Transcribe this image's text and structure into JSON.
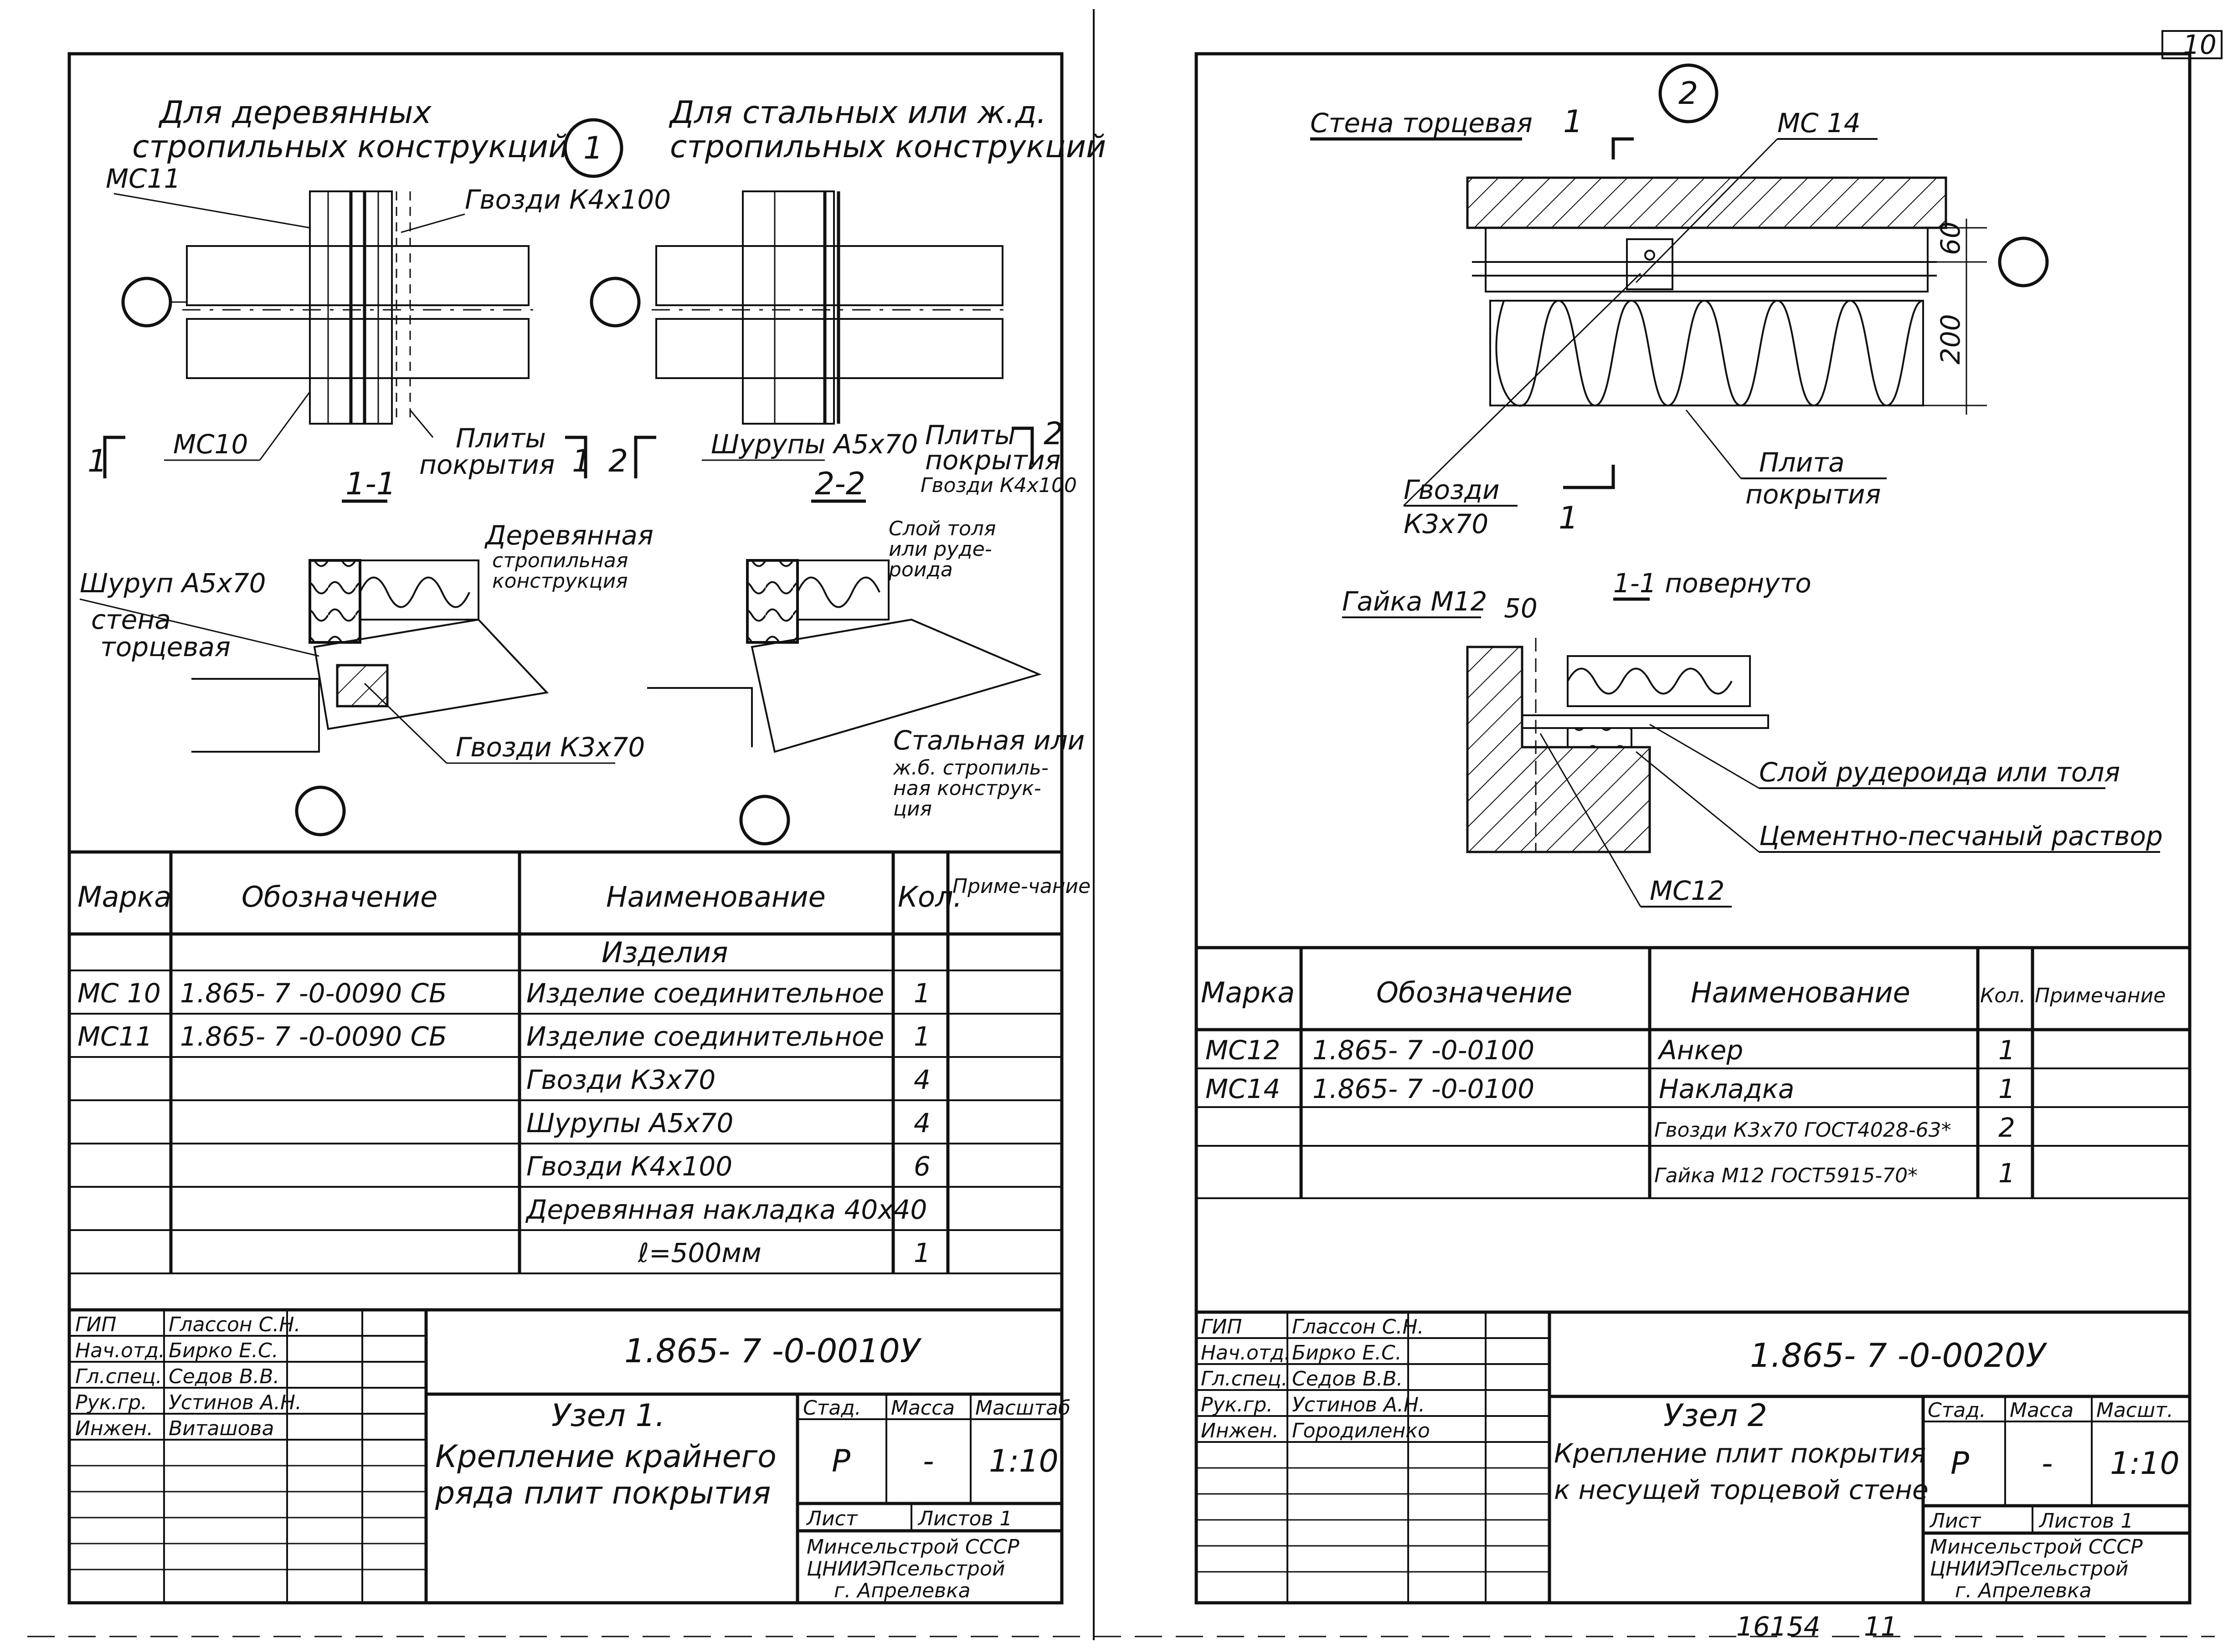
{
  "page_number": "10",
  "bottom_codes": [
    "16154",
    "11"
  ],
  "left_sheet": {
    "node_marker": "1",
    "heading_wood": [
      "Для деревянных",
      "стропильных конструкций"
    ],
    "heading_steel": [
      "Для стальных или ж.д.",
      "стропильных конструкций"
    ],
    "section_1_1": "1-1",
    "section_2_2": "2-2",
    "section_marks": [
      "1",
      "1",
      "2",
      "2"
    ],
    "labels": {
      "mc11": "МС11",
      "nails_k4": "Гвозди К4х100",
      "mc10": "МС10",
      "plates": [
        "Плиты",
        "покрытия"
      ],
      "screws": "Шурупы А5х70",
      "plates2": [
        "Плиты",
        "покрытия"
      ],
      "nails_k4_2": "Гвозди К4х100",
      "wood_struct": [
        "Деревянная",
        "стропильная",
        "конструкция"
      ],
      "screw_single": "Шуруп А5х70",
      "wall_end": [
        "стена",
        "торцевая"
      ],
      "roof_layer": [
        "Слой толя",
        "или руде-",
        "роида"
      ],
      "nails_k3": "Гвозди К3х70",
      "steel_struct": [
        "Стальная или",
        "ж.б. стропиль-",
        "ная конструк-",
        "ция"
      ]
    },
    "spec": {
      "headers": [
        "Марка",
        "Обозначение",
        "Наименование",
        "Кол.",
        "Приме-чание"
      ],
      "group": "Изделия",
      "rows": [
        {
          "mark": "МС 10",
          "code": "1.865- 7 -0-0090 СБ",
          "name": "Изделие соединительное",
          "qty": "1"
        },
        {
          "mark": "МС11",
          "code": "1.865- 7 -0-0090 СБ",
          "name": "Изделие соединительное",
          "qty": "1"
        },
        {
          "mark": "",
          "code": "",
          "name": "Гвозди К3х70",
          "qty": "4"
        },
        {
          "mark": "",
          "code": "",
          "name": "Шурупы А5х70",
          "qty": "4"
        },
        {
          "mark": "",
          "code": "",
          "name": "Гвозди К4х100",
          "qty": "6"
        },
        {
          "mark": "",
          "code": "",
          "name": "Деревянная накладка 40х40",
          "qty": ""
        },
        {
          "mark": "",
          "code": "",
          "name": "ℓ=500мм",
          "qty": "1"
        }
      ]
    },
    "title_block": {
      "roles": [
        "ГИП",
        "Нач.отд.",
        "Гл.спец.",
        "Рук.гр.",
        "Инжен."
      ],
      "names": [
        "Глассон С.Н.",
        "Бирко Е.С.",
        "Седов В.В.",
        "Устинов А.Н.",
        "Виташова"
      ],
      "doc_code": "1.865- 7 -0-0010У",
      "title": [
        "Узел 1.",
        "Крепление крайнего",
        "ряда плит покрытия"
      ],
      "stage_h": "Стад.",
      "mass_h": "Масса",
      "scale_h": "Масштаб",
      "stage": "Р",
      "mass": "-",
      "scale": "1:10",
      "sheet_h": "Лист",
      "sheets_h": "Листов 1",
      "org": [
        "Минсельстрой СССР",
        "ЦНИИЭПсельстрой",
        "г. Апрелевка"
      ]
    }
  },
  "right_sheet": {
    "node_marker": "2",
    "section_marks": [
      "1",
      "1"
    ],
    "labels": {
      "wall_end": "Стена торцевая",
      "mc14": "МС 14",
      "dim_60": "60",
      "dim_200": "200",
      "nails": [
        "Гвозди",
        "К3х70"
      ],
      "plate": [
        "Плита",
        "покрытия"
      ],
      "section": "1-1 повернуто",
      "nut": "Гайка М12",
      "dim_50": "50",
      "ruberoid": "Слой рудероида или толя",
      "mortar": "Цементно-песчаный раствор",
      "mc12": "МС12"
    },
    "spec": {
      "headers": [
        "Марка",
        "Обозначение",
        "Наименование",
        "Кол.",
        "Примечание"
      ],
      "rows": [
        {
          "mark": "МС12",
          "code": "1.865- 7 -0-0100",
          "name": "Анкер",
          "qty": "1"
        },
        {
          "mark": "МС14",
          "code": "1.865- 7 -0-0100",
          "name": "Накладка",
          "qty": "1"
        },
        {
          "mark": "",
          "code": "",
          "name": "Гвозди К3х70 ГОСТ4028-63*",
          "qty": "2"
        },
        {
          "mark": "",
          "code": "",
          "name": "Гайка М12 ГОСТ5915-70*",
          "qty": "1"
        }
      ]
    },
    "title_block": {
      "roles": [
        "ГИП",
        "Нач.отд.",
        "Гл.спец.",
        "Рук.гр.",
        "Инжен."
      ],
      "names": [
        "Глассон С.Н.",
        "Бирко Е.С.",
        "Седов В.В.",
        "Устинов А.Н.",
        "Городиленко"
      ],
      "doc_code": "1.865- 7 -0-0020У",
      "title": [
        "Узел 2",
        "Крепление плит покрытия",
        "к несущей торцевой стене"
      ],
      "stage_h": "Стад.",
      "mass_h": "Масса",
      "scale_h": "Масшт.",
      "stage": "Р",
      "mass": "-",
      "scale": "1:10",
      "sheet_h": "Лист",
      "sheets_h": "Листов 1",
      "org": [
        "Минсельстрой СССР",
        "ЦНИИЭПсельстрой",
        "г. Апрелевка"
      ]
    }
  }
}
